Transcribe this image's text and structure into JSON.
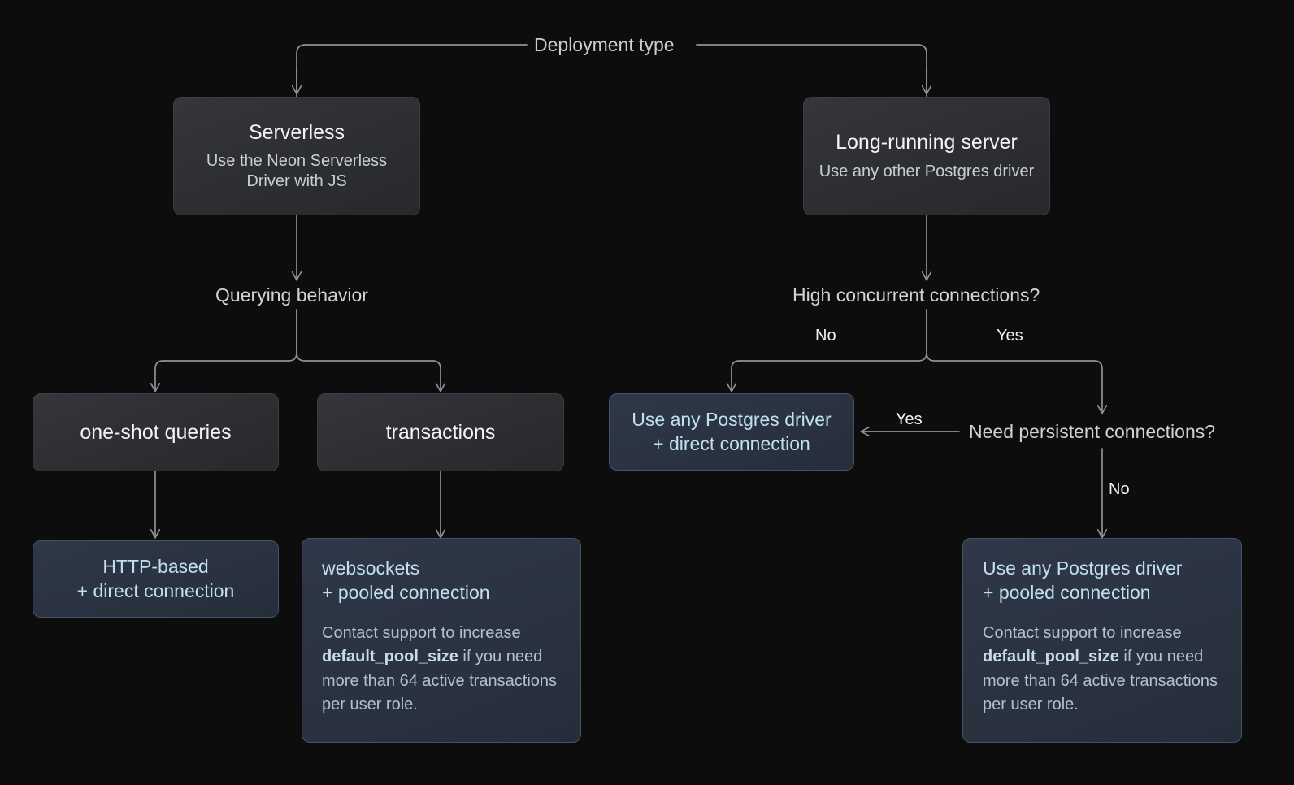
{
  "diagram": {
    "title": "Deployment type",
    "nodes": {
      "serverless": {
        "title": "Serverless",
        "subtitle": "Use the Neon Serverless Driver with JS"
      },
      "long_running": {
        "title": "Long-running server",
        "subtitle": "Use any other Postgres driver"
      },
      "one_shot": {
        "title": "one-shot queries"
      },
      "transactions": {
        "title": "transactions"
      },
      "http_direct": {
        "title": "HTTP-based\n+ direct connection"
      },
      "websockets_pooled": {
        "title": "websockets\n+ pooled connection",
        "note_before": "Contact support to increase ",
        "note_code": "default_pool_size",
        "note_after": " if you need more than 64 active transactions per user role."
      },
      "pg_direct": {
        "title": "Use any Postgres driver\n+ direct connection"
      },
      "pg_pooled": {
        "title": "Use any Postgres driver\n+ pooled connection",
        "note_before": "Contact support to increase ",
        "note_code": "default_pool_size",
        "note_after": " if you need more than 64 active transactions per user role."
      }
    },
    "decisions": {
      "querying_behavior": "Querying behavior",
      "high_concurrent": "High concurrent connections?",
      "need_persistent": "Need persistent connections?"
    },
    "edge_labels": {
      "concurrent_no": "No",
      "concurrent_yes": "Yes",
      "persistent_yes": "Yes",
      "persistent_no": "No"
    },
    "colors": {
      "background": "#0d0d0d",
      "gray_box_fill": "#2e3034",
      "gray_box_border": "#3b3d42",
      "blue_box_fill": "#2b3342",
      "blue_box_border": "#475163",
      "blue_text": "#bfe0ef",
      "muted_text": "#c9ccd1",
      "connector": "#8f9296"
    }
  }
}
